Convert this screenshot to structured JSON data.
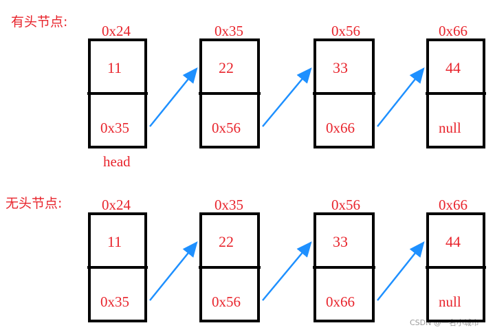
{
  "colors": {
    "text": "#e8242c",
    "box": "#000000",
    "arrow": "#1e90ff",
    "watermark": "#9a9a9a"
  },
  "diagrams": [
    {
      "title": "有头节点:",
      "head_label": "head",
      "nodes": [
        {
          "address": "0x24",
          "data": "11",
          "next": "0x35"
        },
        {
          "address": "0x35",
          "data": "22",
          "next": "0x56"
        },
        {
          "address": "0x56",
          "data": "33",
          "next": "0x66"
        },
        {
          "address": "0x66",
          "data": "44",
          "next": "null"
        }
      ]
    },
    {
      "title": "无头节点:",
      "nodes": [
        {
          "address": "0x24",
          "data": "11",
          "next": "0x35"
        },
        {
          "address": "0x35",
          "data": "22",
          "next": "0x56"
        },
        {
          "address": "0x56",
          "data": "33",
          "next": "0x66"
        },
        {
          "address": "0x66",
          "data": "44",
          "next": "null"
        }
      ]
    }
  ],
  "watermark": "CSDN @一名小城市"
}
